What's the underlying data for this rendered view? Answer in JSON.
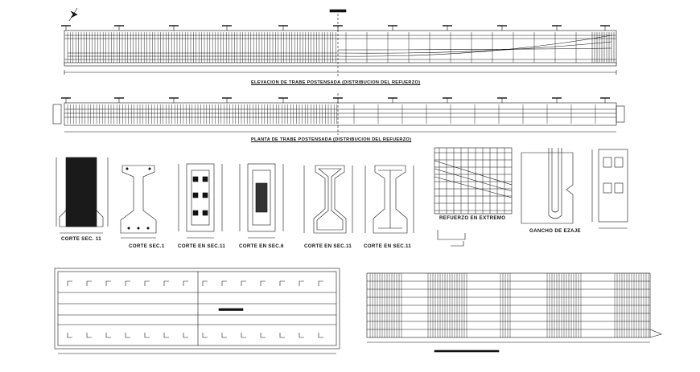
{
  "titles": {
    "elevation": "ELEVACION DE TRABE POSTENSADA (DISTRIBUCION DEL REFUERZO)",
    "plan": "PLANTA DE TRABE POSTENSADA (DISTRIBUCION DEL REFUERZO)"
  },
  "sections": [
    "CORTE SEC. 11",
    "CORTE SEC.1",
    "CORTE EN SEC.11",
    "CORTE EN SEC.6",
    "CORTE EN SEC.11"
  ],
  "details": {
    "end_reinforcement": "REFUERZO EN EXTREMO",
    "hook": "GANCHO DE EZAJE"
  },
  "colors": {
    "line": "#111111",
    "background": "#ffffff"
  }
}
